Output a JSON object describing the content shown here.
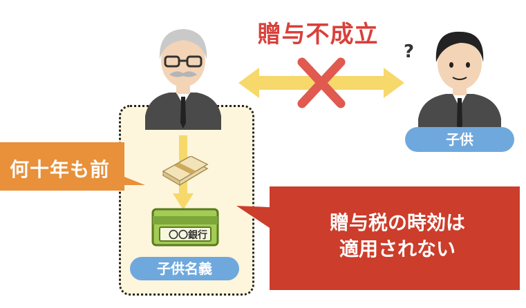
{
  "title": "贈与不成立",
  "labels": {
    "child": "子供",
    "child_account": "子供名義",
    "time_ago": "何十年も前",
    "statute": "贈与税の時効は",
    "statute_2": "適用されない",
    "bank": "〇〇銀行"
  },
  "colors": {
    "red": "#d9403a",
    "orange": "#e8903a",
    "blue_pill": "#6fa8dc",
    "arrow_yellow": "#f6d86b",
    "box_bg": "#fdf6dc"
  },
  "icons": [
    "grandfather-icon",
    "child-person-icon",
    "question-mark-icon",
    "cross-icon",
    "cash-bundle-icon",
    "bankbook-icon"
  ]
}
